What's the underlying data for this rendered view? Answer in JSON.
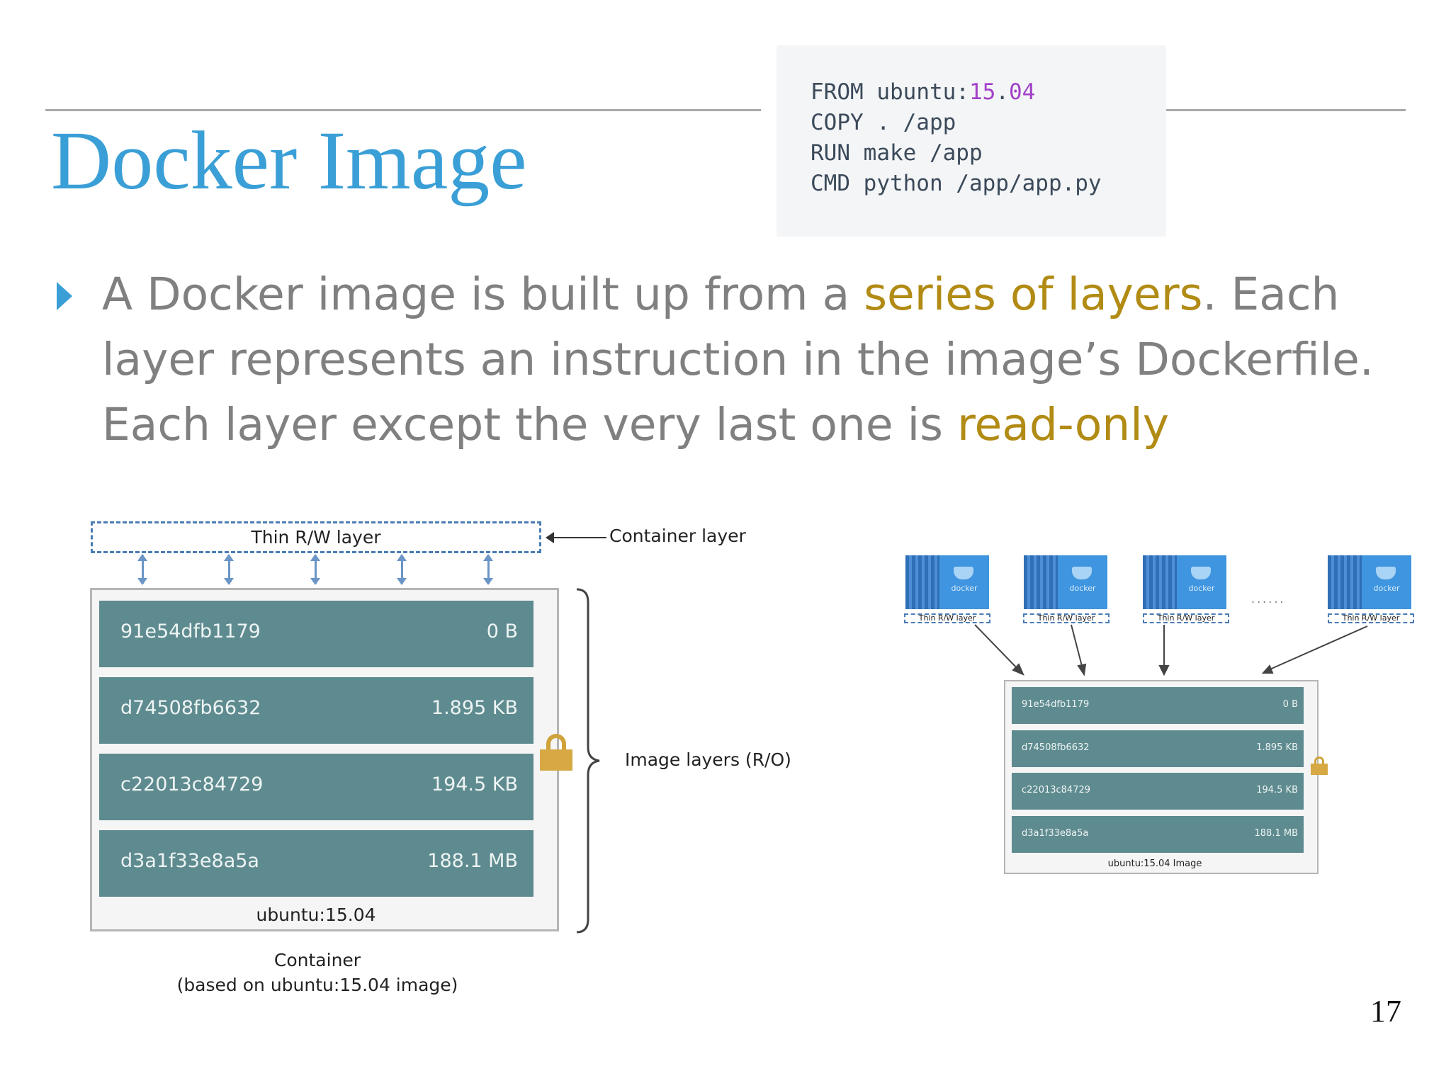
{
  "slide": {
    "title": "Docker Image",
    "page_number": "17",
    "accent_color": "#3a9fd6",
    "highlight_color": "#b18b14"
  },
  "code": {
    "lines": [
      {
        "keyword": "FROM",
        "arg": "ubuntu:",
        "number": "15",
        "dot": ".",
        "number2": "04"
      },
      {
        "text": "COPY . /app"
      },
      {
        "text": "RUN make /app"
      },
      {
        "text": "CMD python /app/app.py"
      }
    ]
  },
  "bullet": {
    "icon": "triangle-bullet-icon",
    "part1": "A Docker image is built up from a ",
    "highlight1": "series of layers",
    "part2": ". Each layer represents an instruction in the image’s Dockerfile. Each layer except the very last one is ",
    "highlight2": "read-only"
  },
  "left_diagram": {
    "thin_layer": "Thin R/W layer",
    "container_layer_label": "Container layer",
    "image_layers_label": "Image layers (R/O)",
    "layers": [
      {
        "id": "91e54dfb1179",
        "size": "0 B"
      },
      {
        "id": "d74508fb6632",
        "size": "1.895 KB"
      },
      {
        "id": "c22013c84729",
        "size": "194.5 KB"
      },
      {
        "id": "d3a1f33e8a5a",
        "size": "188.1 MB"
      }
    ],
    "image_name": "ubuntu:15.04",
    "caption_line1": "Container",
    "caption_line2": "(based on ubuntu:15.04 image)"
  },
  "right_diagram": {
    "container_logo_text": "docker",
    "thin_layer": "Thin R/W layer",
    "ellipsis": "......",
    "layers": [
      {
        "id": "91e54dfb1179",
        "size": "0 B"
      },
      {
        "id": "d74508fb6632",
        "size": "1.895 KB"
      },
      {
        "id": "c22013c84729",
        "size": "194.5 KB"
      },
      {
        "id": "d3a1f33e8a5a",
        "size": "188.1 MB"
      }
    ],
    "image_name": "ubuntu:15.04 Image"
  }
}
